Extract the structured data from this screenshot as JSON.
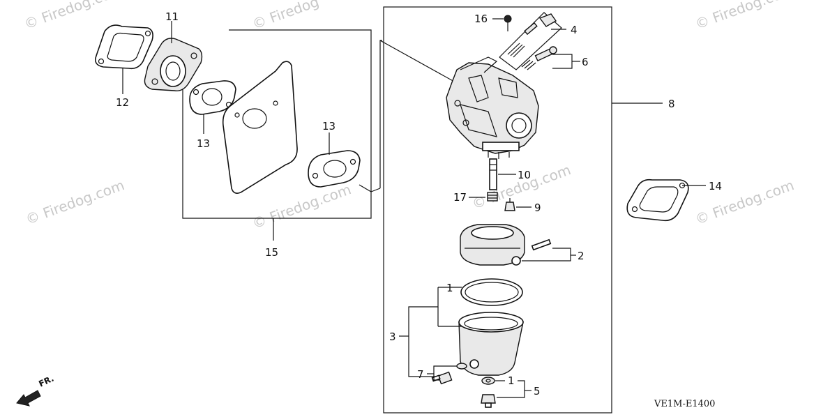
{
  "diagram_code": "VE1M-E1400",
  "direction_marker": "FR.",
  "watermark_text": "© Firedog",
  "watermark_text_full": "© Firedog.com",
  "callouts": {
    "c1a": "1",
    "c1b": "1",
    "c2": "2",
    "c3": "3",
    "c4": "4",
    "c5": "5",
    "c6": "6",
    "c7": "7",
    "c8": "8",
    "c9": "9",
    "c10": "10",
    "c11": "11",
    "c12": "12",
    "c13a": "13",
    "c13b": "13",
    "c14": "14",
    "c15": "15",
    "c16": "16",
    "c17": "17"
  }
}
